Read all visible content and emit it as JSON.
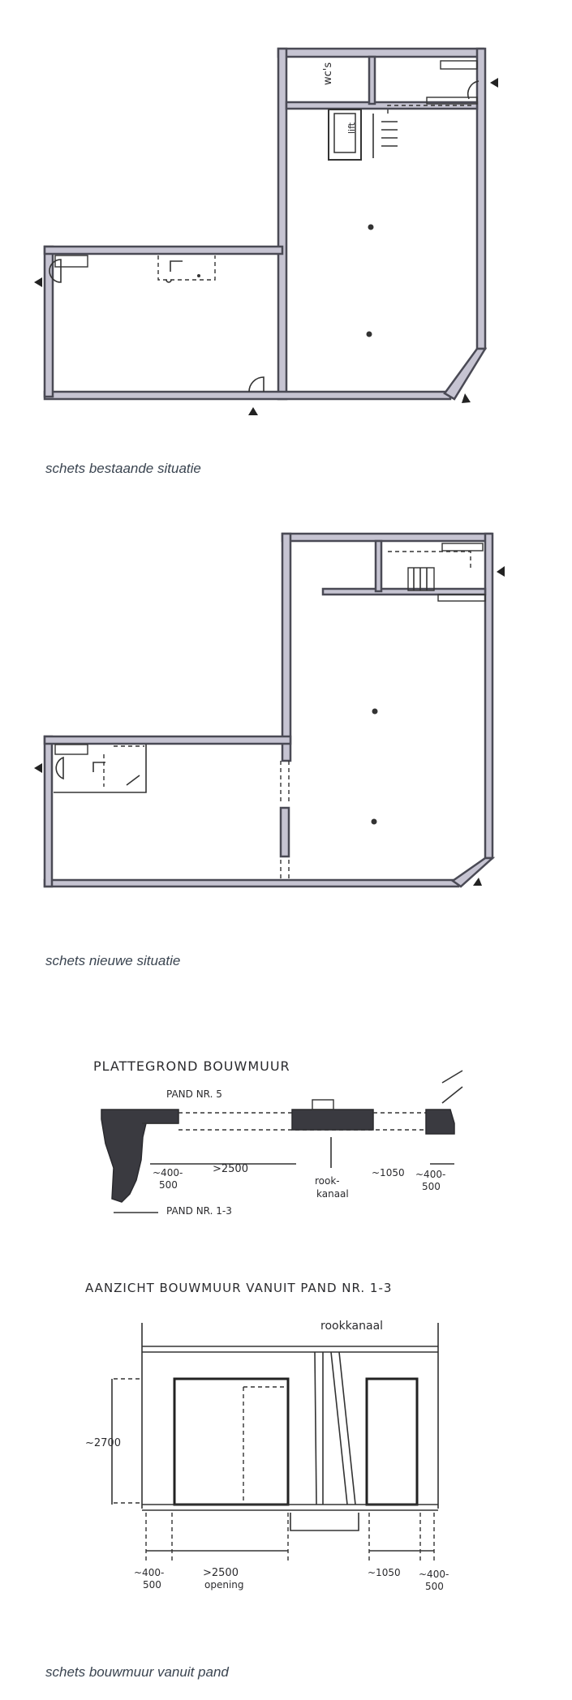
{
  "plan1": {
    "caption": "schets bestaande situatie",
    "labels": {
      "wc": "wc's",
      "lift": "lift"
    }
  },
  "plan2": {
    "caption": "schets nieuwe situatie"
  },
  "section_plan": {
    "title": "PLATTEGROND BOUWMUUR",
    "pand5": "PAND NR. 5",
    "pand13": "PAND NR. 1-3",
    "dims": {
      "left_a": "~400-",
      "left_b": "500",
      "middle": ">2500",
      "right_gap": "~1050",
      "right_a": "~400-",
      "right_b": "500"
    },
    "rookkanaal_a": "rook-",
    "rookkanaal_b": "kanaal"
  },
  "elevation": {
    "title": "AANZICHT BOUWMUUR VANUIT PAND NR. 1-3",
    "rookkanaal": "rookkanaal",
    "height": "~2700",
    "dims": {
      "left_a": "~400-",
      "left_b": "500",
      "middle_a": ">2500",
      "middle_b": "opening",
      "right_gap": "~1050",
      "right_a": "~400-",
      "right_b": "500"
    },
    "caption": "schets bouwmuur vanuit pand"
  }
}
